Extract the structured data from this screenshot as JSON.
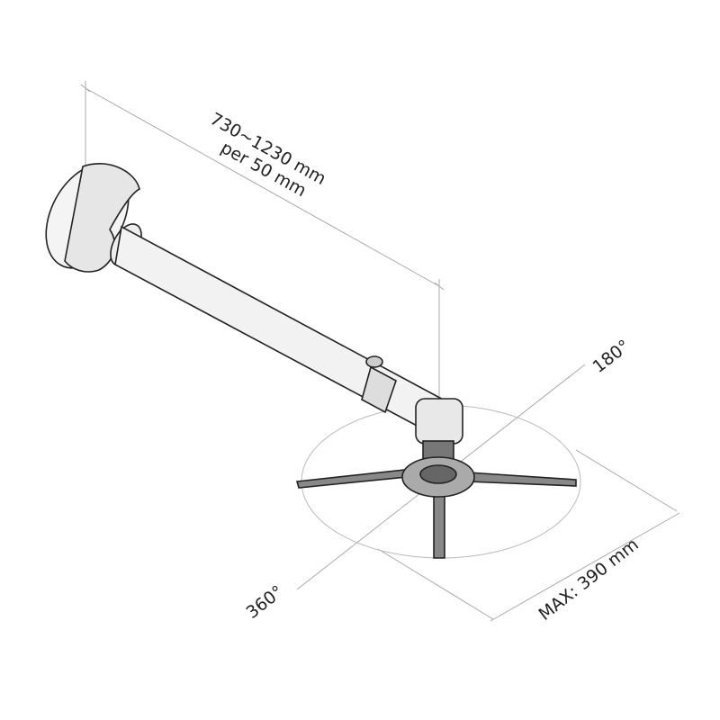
{
  "dimensions": {
    "length_range": "730~1230 mm",
    "length_step": "per 50 mm",
    "rotation_a": "180°",
    "rotation_b": "360°",
    "max_drop": "MAX: 390 mm"
  }
}
